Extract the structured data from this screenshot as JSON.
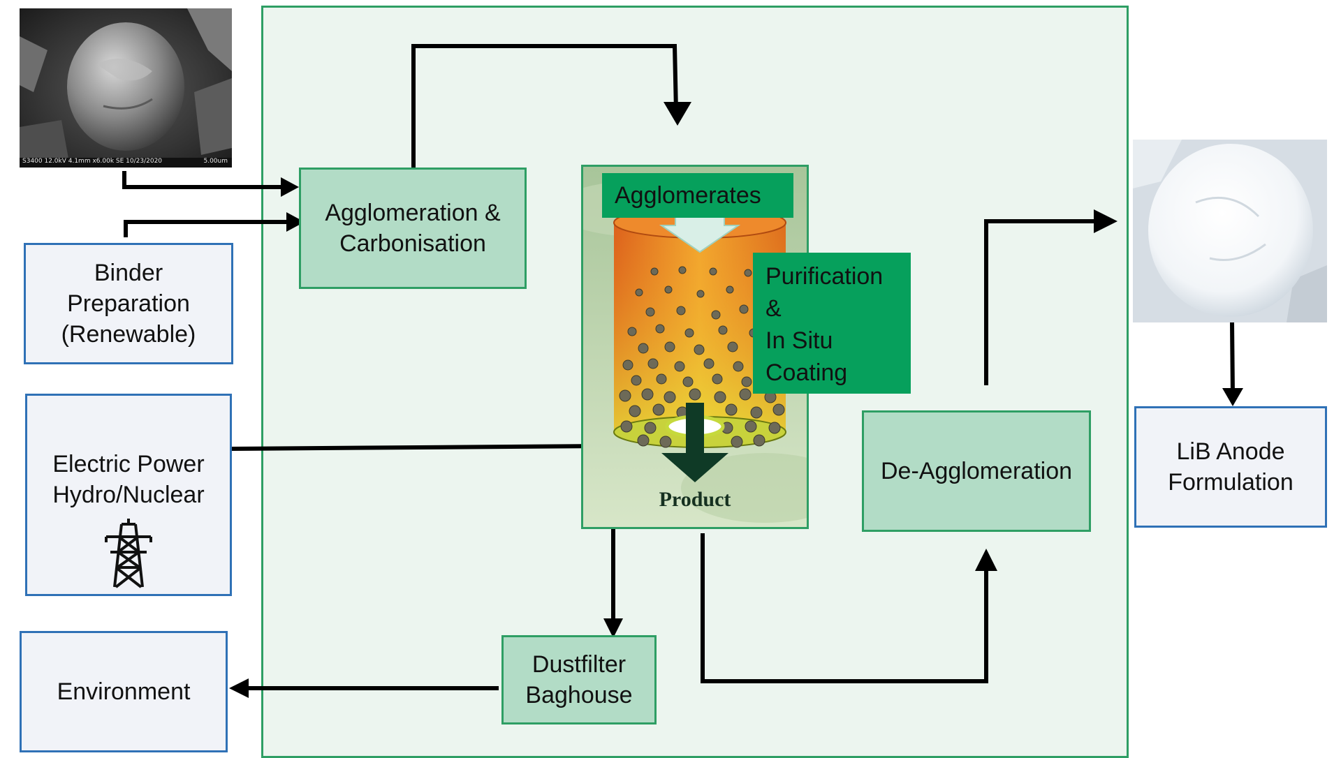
{
  "sem_caption": "S3400 12.0kV 4.1mm x6.00k SE 10/23/2020",
  "sem_scale": "5.00um",
  "agglomeration_lines": [
    "Agglomeration &",
    "Carbonisation"
  ],
  "binder_lines": [
    "Binder",
    "Preparation",
    "(Renewable)"
  ],
  "power_lines": [
    "Electric Power",
    "Hydro/Nuclear"
  ],
  "environment": "Environment",
  "reactor": {
    "header": "Agglomerates",
    "side_lines": [
      "Purification",
      "&",
      "In Situ",
      "Coating"
    ],
    "product": "Product"
  },
  "deagglomeration": "De-Agglomeration",
  "dustfilter_lines": [
    "Dustfilter",
    "Baghouse"
  ],
  "lib_lines": [
    "LiB Anode",
    "Formulation"
  ],
  "icons": {
    "power": "power-tower-icon"
  },
  "colors": {
    "process_area_fill": "#ecf5ef",
    "process_area_border": "#2e9e64",
    "inner_box_fill": "#b2dcc6",
    "outer_box_border": "#2f71b6",
    "label_green": "#06a05c"
  }
}
